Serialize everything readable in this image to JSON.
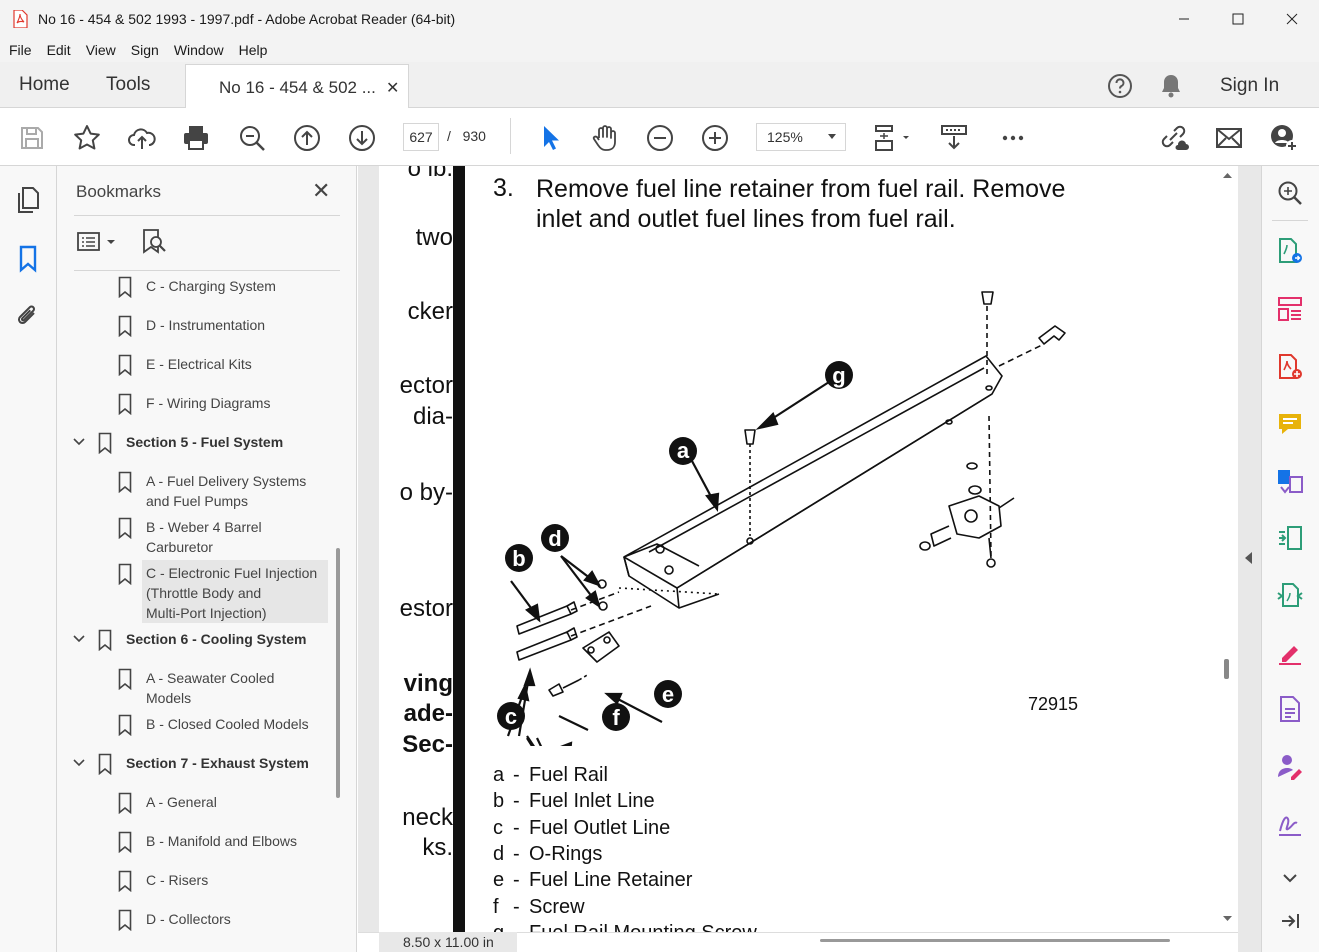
{
  "window": {
    "title": "No 16 - 454 & 502 1993 - 1997.pdf - Adobe Acrobat Reader (64-bit)"
  },
  "menu": [
    "File",
    "Edit",
    "View",
    "Sign",
    "Window",
    "Help"
  ],
  "tabs": {
    "home": "Home",
    "tools": "Tools",
    "document": "No 16 - 454 & 502 ...",
    "close": "✕",
    "sign_in": "Sign In"
  },
  "toolbar": {
    "current_page": "627",
    "page_separator": "/",
    "total_pages": "930",
    "zoom": "125%"
  },
  "bookmarks": {
    "title": "Bookmarks",
    "close": "✕",
    "items": [
      {
        "label": "C - Charging System",
        "level": 2
      },
      {
        "label": "D - Instrumentation",
        "level": 2
      },
      {
        "label": "E - Electrical Kits",
        "level": 2
      },
      {
        "label": "F - Wiring Diagrams",
        "level": 2
      },
      {
        "label": "Section 5 - Fuel System",
        "level": 1,
        "expanded": true
      },
      {
        "label": "A - Fuel Delivery Systems and Fuel Pumps",
        "level": 2
      },
      {
        "label": "B - Weber 4 Barrel Carburetor",
        "level": 2
      },
      {
        "label": "C - Electronic Fuel Injection (Throttle Body and Multi-Port Injection)",
        "level": 2,
        "selected": true
      },
      {
        "label": "Section 6 - Cooling System",
        "level": 1,
        "expanded": true
      },
      {
        "label": "A - Seawater Cooled Models",
        "level": 2
      },
      {
        "label": "B - Closed Cooled Models",
        "level": 2
      },
      {
        "label": "Section 7 - Exhaust System",
        "level": 1,
        "expanded": true
      },
      {
        "label": "A - General",
        "level": 2
      },
      {
        "label": "B - Manifold and Elbows",
        "level": 2
      },
      {
        "label": "C - Risers",
        "level": 2
      },
      {
        "label": "D - Collectors",
        "level": 2
      }
    ],
    "wrapped": {
      "a1": "A - Fuel Delivery Systems",
      "a2": "and Fuel Pumps",
      "b1": "B - Weber 4 Barrel",
      "b2": "Carburetor",
      "c1": "C - Electronic Fuel Injection",
      "c2": "(Throttle Body and",
      "c3": "Multi-Port Injection)",
      "s6a1": "A - Seawater Cooled",
      "s6a2": "Models"
    }
  },
  "document": {
    "left_fragments": [
      "o lb.",
      "two",
      "cker",
      "ector",
      "dia-",
      "o by-",
      "estor",
      "ving",
      "ade-",
      "Sec-",
      "neck",
      "ks."
    ],
    "step_number": "3.",
    "step_text": "Remove fuel line retainer from fuel rail. Remove inlet and outlet fuel lines from fuel rail.",
    "figure_number": "72915",
    "callouts": [
      "a",
      "b",
      "c",
      "d",
      "e",
      "f",
      "g"
    ],
    "legend": [
      {
        "letter": "a",
        "text": "Fuel Rail"
      },
      {
        "letter": "b",
        "text": "Fuel Inlet Line"
      },
      {
        "letter": "c",
        "text": "Fuel Outlet Line"
      },
      {
        "letter": "d",
        "text": "O-Rings"
      },
      {
        "letter": "e",
        "text": "Fuel Line Retainer"
      },
      {
        "letter": "f",
        "text": "Screw"
      },
      {
        "letter": "g",
        "text": "Fuel Rail Mounting Screw"
      }
    ],
    "dash": "-",
    "page_size": "8.50 x 11.00 in"
  },
  "colors": {
    "accent_blue": "#1473e6",
    "acrobat_red": "#e0382d",
    "tool_pink": "#e3306b",
    "tool_green": "#2d9d78",
    "tool_yellow": "#e8b30a",
    "tool_purple": "#8b5cc8"
  }
}
